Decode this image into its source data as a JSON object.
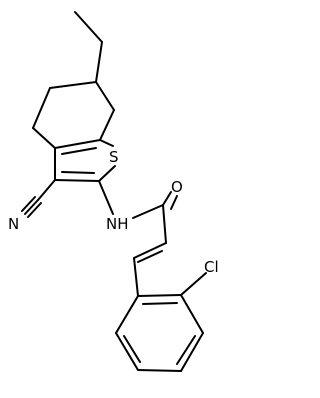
{
  "labels": {
    "sulfur": "S",
    "oxygen": "O",
    "nitrile_n": "N",
    "amide_nh": "NH",
    "chlorine": "Cl"
  }
}
